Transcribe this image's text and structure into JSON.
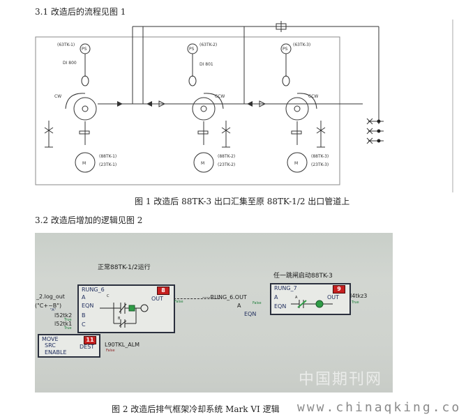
{
  "section1": {
    "heading": "3.1 改造后的流程见图 1"
  },
  "fig1": {
    "caption": "图 1 改造后 88TK-3 出口汇集至原 88TK-1/2 出口管道上",
    "units": [
      {
        "ps_tag": "(63TK-1)",
        "ps": "PS",
        "orifice": "DI 800",
        "rotation": "CW",
        "motor": "M",
        "motor_tag1": "(88TK-1)",
        "motor_tag2": "(23TK-1)"
      },
      {
        "ps_tag": "(63TK-2)",
        "ps": "PS",
        "orifice": "DI 801",
        "rotation": "CCW",
        "motor": "M",
        "motor_tag1": "(88TK-2)",
        "motor_tag2": "(23TK-2)"
      },
      {
        "ps_tag": "(63TK-3)",
        "ps": "PS",
        "orifice": "",
        "rotation": "CCW",
        "motor": "M",
        "motor_tag1": "(88TK-3)",
        "motor_tag2": "(23TK-3)"
      }
    ]
  },
  "section2": {
    "heading": "3.2 改造后增加的逻辑见图 2"
  },
  "fig2": {
    "caption": "图 2 改造后排气框架冷却系统 Mark VI 逻辑",
    "left_title": "正常88TK-1/2运行",
    "right_title": "任一跳闸启动88TK-3",
    "rung6": {
      "name": "RUNG_6",
      "num": "8",
      "pins": [
        "A",
        "EQN",
        "B",
        "C"
      ],
      "out": "OUT",
      "c_label": "C",
      "b_label": "B"
    },
    "rung7": {
      "name": "RUNG_7",
      "num": "9",
      "pins": [
        "A",
        "EQN"
      ],
      "out": "OUT",
      "a_label": "A"
    },
    "move": {
      "name": "MOVE",
      "num": "11",
      "pins": [
        "SRC",
        "ENABLE"
      ],
      "out": "DEST"
    },
    "inputs": {
      "log_out": "_2.log_out",
      "eqn": "(\"C+~B\")",
      "l52tk2": "l52tk2",
      "l52tk1": "l52tk1",
      "eqn_small": "\"A\"",
      "true1": "True",
      "true2": "True"
    },
    "out_false": "False",
    "link_label": "----RUNG_6.OUT",
    "link_false": "False",
    "rung7_a": "A",
    "rung7_eqn": "EQN",
    "output_var": "l4tkz3",
    "output_true": "True",
    "dest_var": "L90TKL_ALM",
    "dest_false": "False",
    "watermark_cn": "中国期刊网"
  },
  "footer": {
    "watermark": "www.chinaqking.com"
  }
}
